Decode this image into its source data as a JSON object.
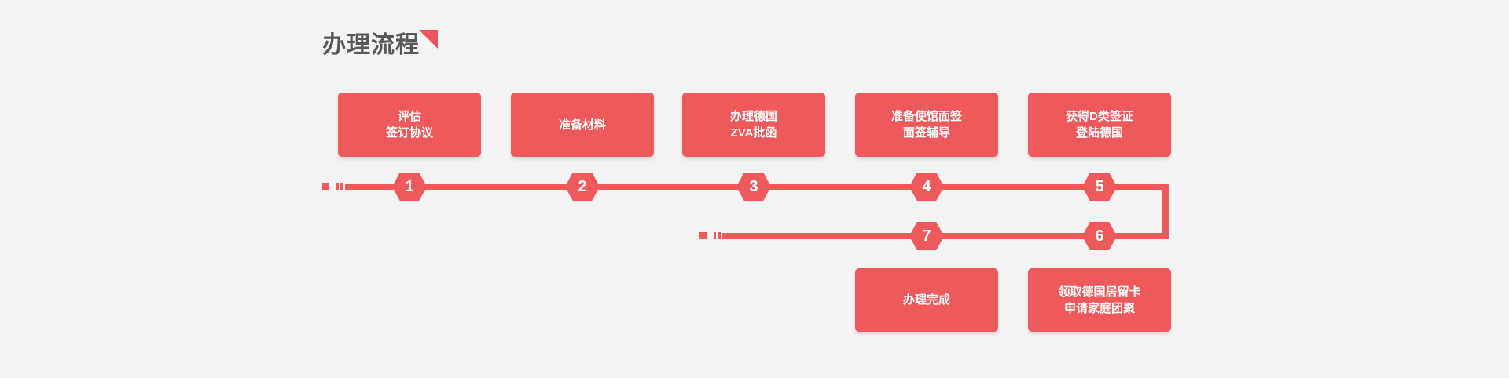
{
  "title": {
    "text": "办理流程"
  },
  "colors": {
    "background": "#f4f4f4",
    "title_text": "#595757",
    "accent_red": "#ee5a5b",
    "triangle_red": "#f0545a",
    "step_text": "#ffffff"
  },
  "flow": {
    "steps": [
      {
        "num": "1",
        "label": "评估\n签订协议"
      },
      {
        "num": "2",
        "label": "准备材料"
      },
      {
        "num": "3",
        "label": "办理德国\nZVA批函"
      },
      {
        "num": "4",
        "label": "准备使馆面签\n面签辅导"
      },
      {
        "num": "5",
        "label": "获得D类签证\n登陆德国"
      },
      {
        "num": "6",
        "label": "领取德国居留卡\n申请家庭团聚"
      },
      {
        "num": "7",
        "label": "办理完成"
      }
    ]
  }
}
